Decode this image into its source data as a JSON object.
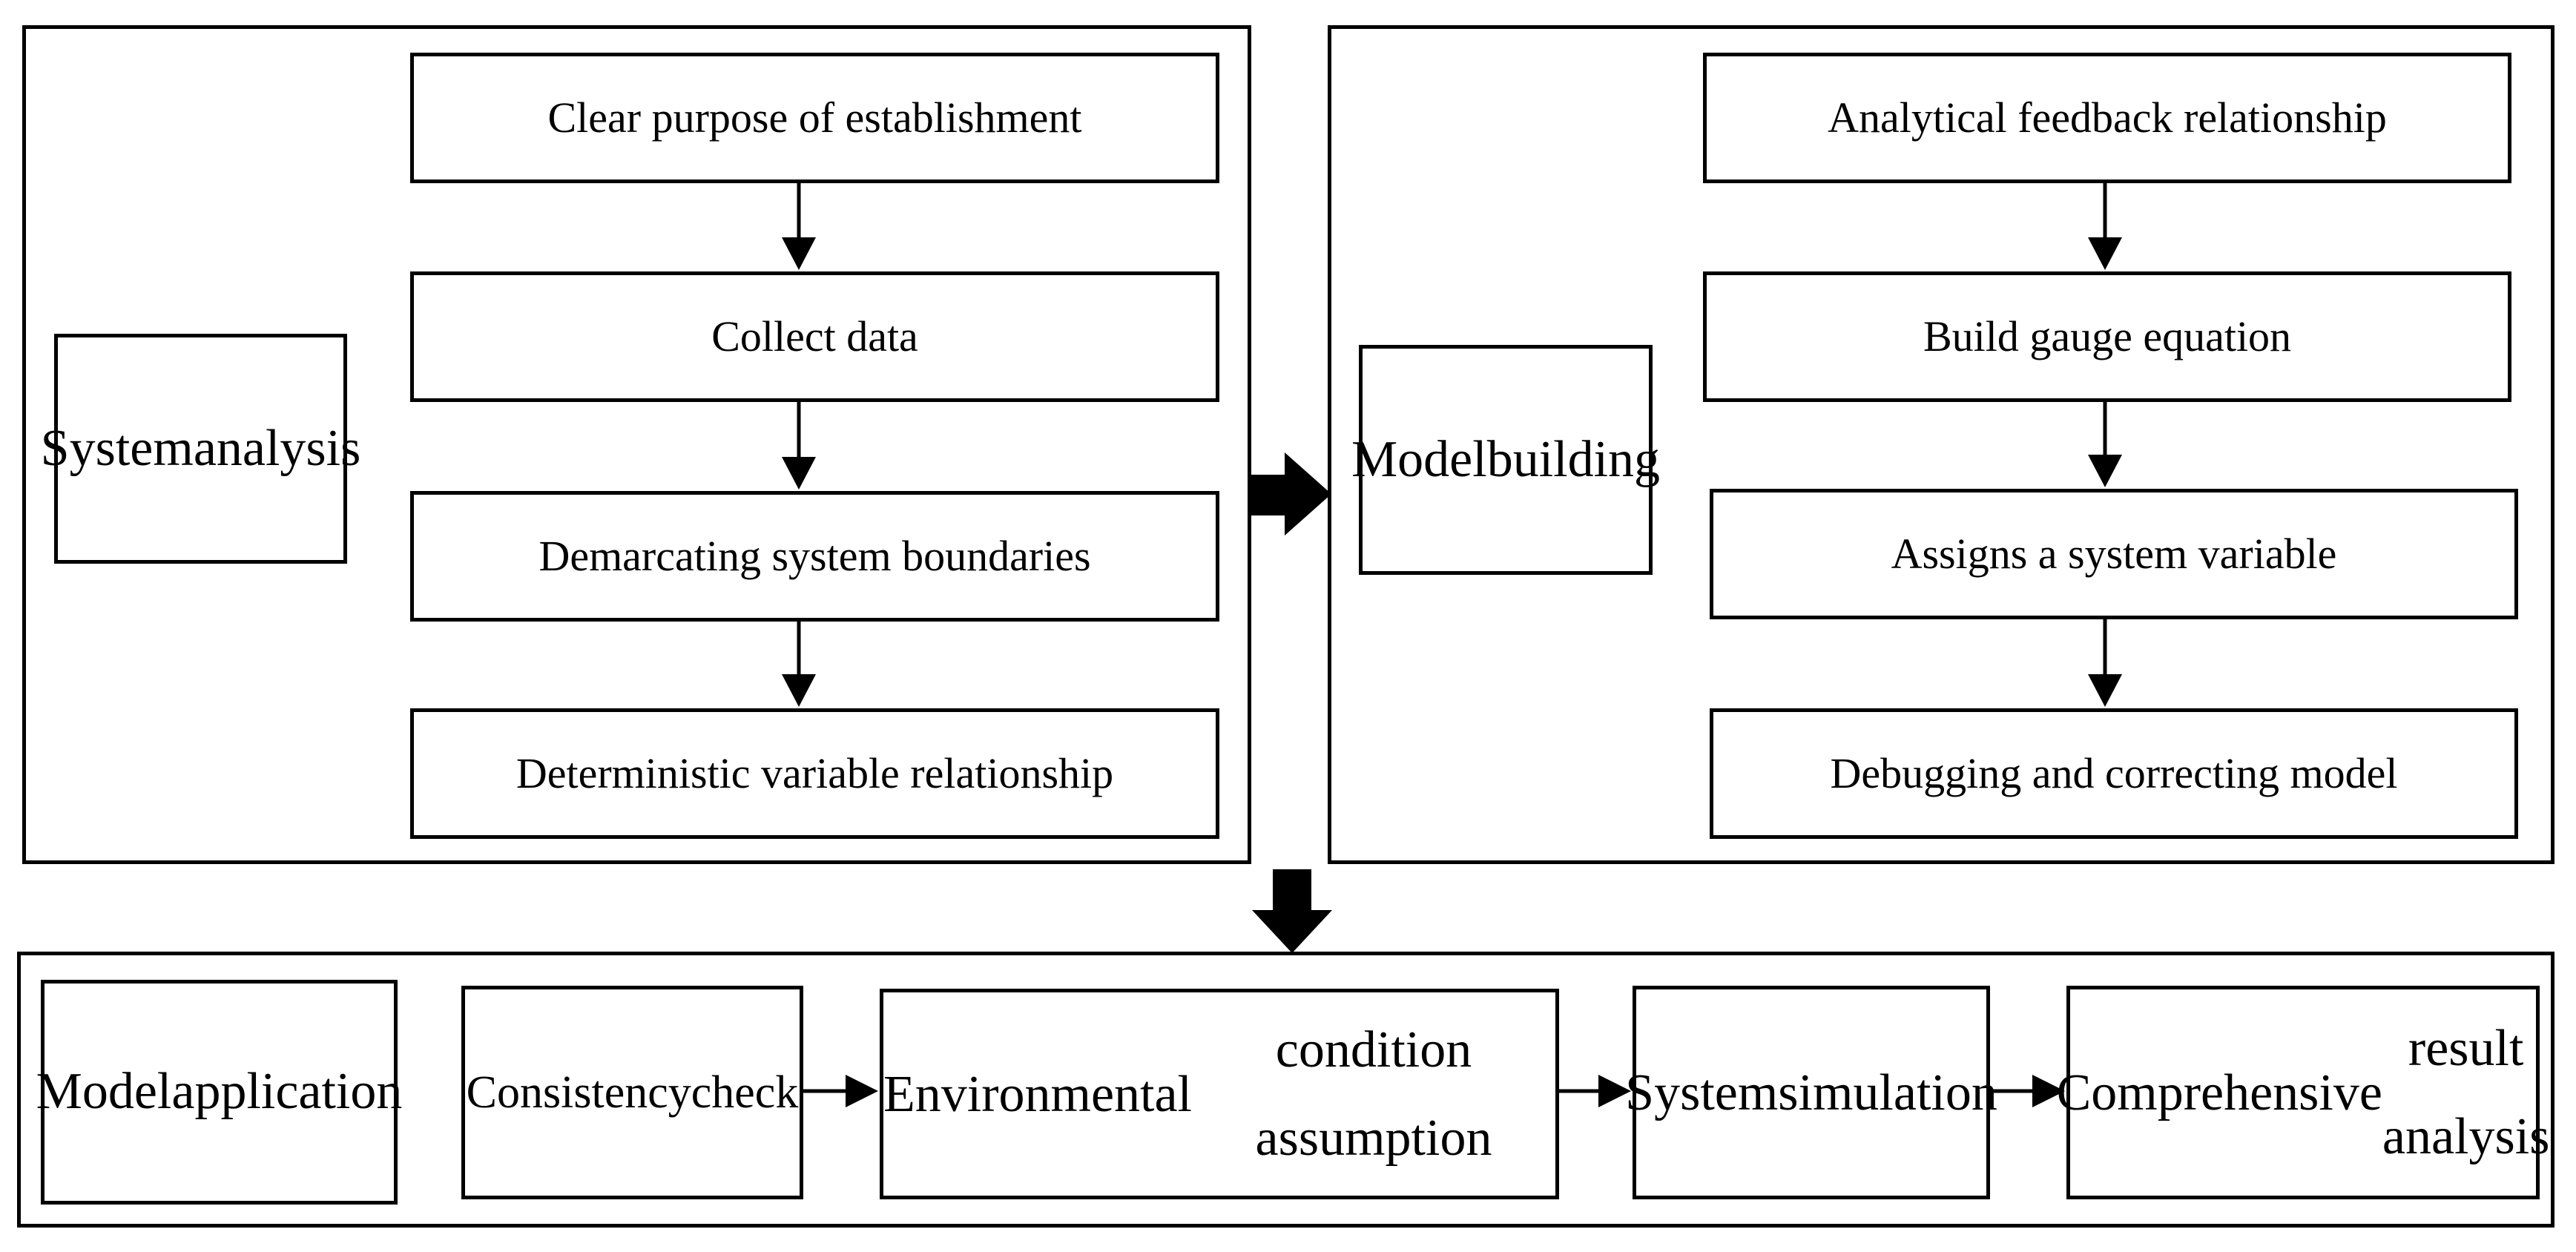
{
  "system_analysis": {
    "label_line1": "System",
    "label_line2": "analysis",
    "steps": [
      "Clear purpose of establishment",
      "Collect data",
      "Demarcating system boundaries",
      "Deterministic variable relationship"
    ]
  },
  "model_building": {
    "label_line1": "Model",
    "label_line2": "building",
    "steps": [
      "Analytical feedback relationship",
      "Build gauge equation",
      "Assigns a system variable",
      "Debugging and correcting model"
    ]
  },
  "model_application": {
    "label_line1": "Model",
    "label_line2": "application",
    "steps": [
      {
        "line1": "Consistency",
        "line2": "check"
      },
      {
        "line1": "Environmental",
        "line2": "condition assumption"
      },
      {
        "line1": "System",
        "line2": "simulation"
      },
      {
        "line1": "Comprehensive",
        "line2": "result analysis"
      }
    ]
  }
}
